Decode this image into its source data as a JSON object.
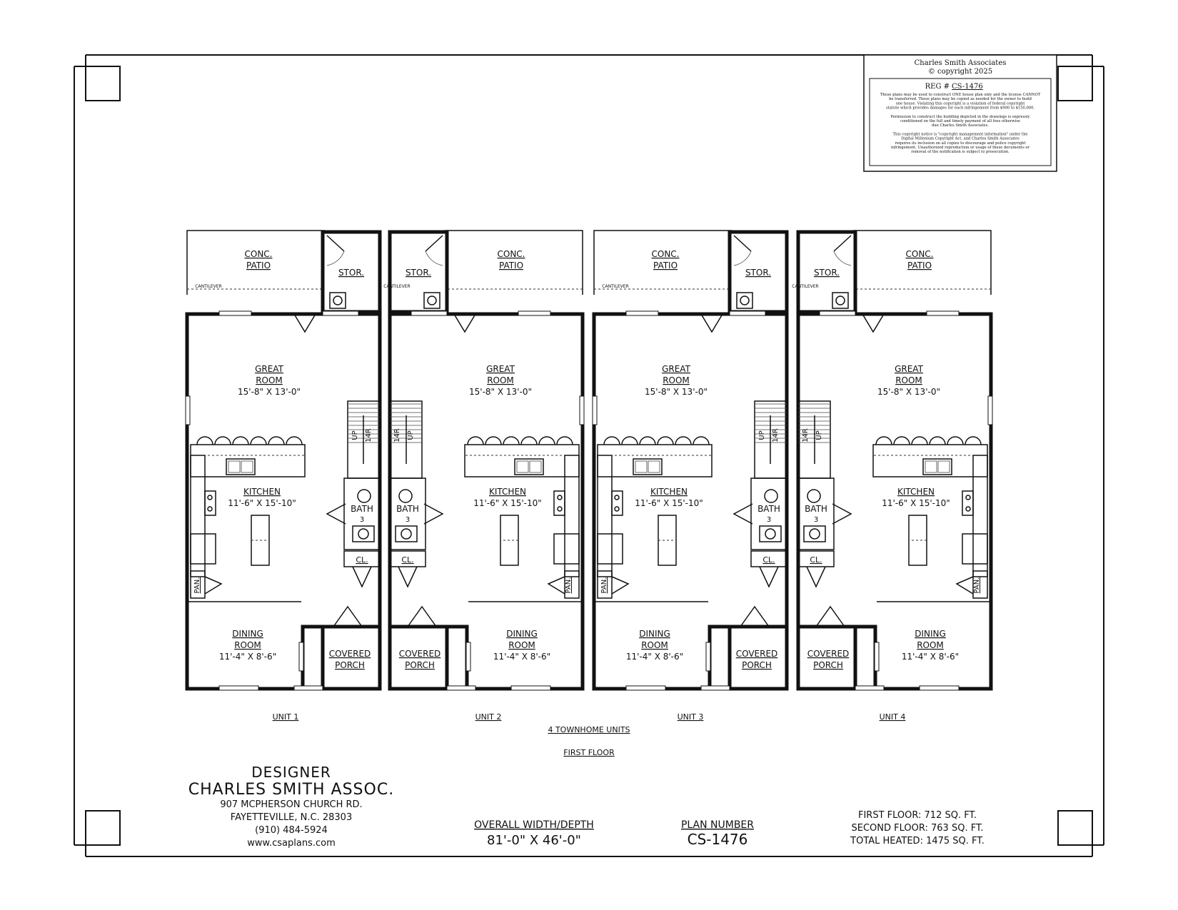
{
  "copyright": {
    "firm": "Charles Smith Associates",
    "copyright_line": "© copyright 2025",
    "reg_prefix": "REG #",
    "reg_number": "CS-1476",
    "para1": [
      "These plans may be used to construct ONE house plan only and the license CANNOT",
      "be transferred. These plans may be copied as needed for the owner to build",
      "one house. Violating this copyright is a violation of federal copyright",
      "statute which provides damages for each infringement from $900 to $150,000."
    ],
    "para2": [
      "Permission to construct the building depicted in the drawings is expressly",
      "conditioned on the full and timely payment of all fees otherwise",
      "due Charles Smith Associates."
    ],
    "para3": [
      "This copyright notice is \"copyright management information\" under the",
      "Digital Millenium Copyright Act, and Charles Smith Associates",
      "requires its inclusion on all copies to discourage and police copyright",
      "infringement. Unauthorized reproduction or usage of these documents or",
      "removal of the notification is subject to prosecution."
    ]
  },
  "rooms": {
    "patio": [
      "CONC.",
      "PATIO"
    ],
    "stor": "STOR.",
    "cantilever": "CANTILEVER",
    "great_room": [
      "GREAT",
      "ROOM"
    ],
    "great_room_dim": "15'-8\" X 13'-0\"",
    "kitchen": "KITCHEN",
    "kitchen_dim": "11'-6\" X 15'-10\"",
    "dining": [
      "DINING",
      "ROOM"
    ],
    "dining_dim": "11'-4\" X 8'-6\"",
    "porch": [
      "COVERED",
      "PORCH"
    ],
    "bath": "BATH",
    "bath_no": "3",
    "closet": "CL.",
    "pantry": "PAN.",
    "stair_up": "UP",
    "stair_risers": "14R"
  },
  "units": [
    "UNIT 1",
    "UNIT 2",
    "UNIT 3",
    "UNIT 4"
  ],
  "plan_title": "4 TOWNHOME UNITS",
  "floor_title": "FIRST FLOOR",
  "designer": {
    "heading": "DESIGNER",
    "firm": "CHARLES SMITH ASSOC.",
    "address1": "907 MCPHERSON CHURCH RD.",
    "address2": "FAYETTEVILLE, N.C. 28303",
    "phone": "(910) 484-5924",
    "web": "www.csaplans.com"
  },
  "overall": {
    "label": "OVERALL WIDTH/DEPTH",
    "value": "81'-0\" X 46'-0\""
  },
  "plan_number": {
    "label": "PLAN NUMBER",
    "value": "CS-1476"
  },
  "areas": [
    "FIRST FLOOR: 712 SQ. FT.",
    "SECOND FLOOR: 763 SQ. FT.",
    "TOTAL HEATED: 1475 SQ. FT."
  ]
}
